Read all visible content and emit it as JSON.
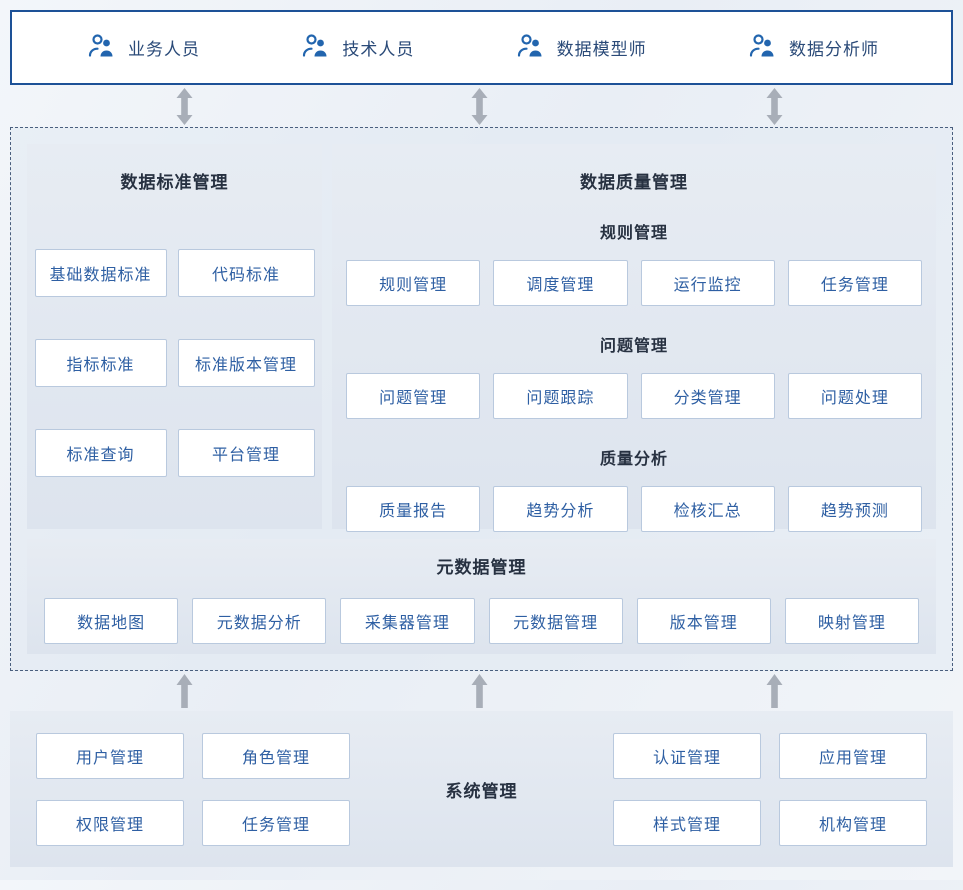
{
  "roles": [
    {
      "label": "业务人员"
    },
    {
      "label": "技术人员"
    },
    {
      "label": "数据模型师"
    },
    {
      "label": "数据分析师"
    }
  ],
  "standards_panel": {
    "title": "数据标准管理",
    "items": [
      "基础数据标准",
      "代码标准",
      "指标标准",
      "标准版本管理",
      "标准查询",
      "平台管理"
    ]
  },
  "quality_panel": {
    "title": "数据质量管理",
    "sections": [
      {
        "title": "规则管理",
        "items": [
          "规则管理",
          "调度管理",
          "运行监控",
          "任务管理"
        ]
      },
      {
        "title": "问题管理",
        "items": [
          "问题管理",
          "问题跟踪",
          "分类管理",
          "问题处理"
        ]
      },
      {
        "title": "质量分析",
        "items": [
          "质量报告",
          "趋势分析",
          "检核汇总",
          "趋势预测"
        ]
      }
    ]
  },
  "metadata_panel": {
    "title": "元数据管理",
    "items": [
      "数据地图",
      "元数据分析",
      "采集器管理",
      "元数据管理",
      "版本管理",
      "映射管理"
    ]
  },
  "system_panel": {
    "title": "系统管理",
    "left_items": [
      "用户管理",
      "角色管理",
      "权限管理",
      "任务管理"
    ],
    "right_items": [
      "认证管理",
      "应用管理",
      "样式管理",
      "机构管理"
    ]
  },
  "icons": {
    "role_icon": "people-icon",
    "top_connector": "double-arrow-icon",
    "bottom_connector": "up-arrow-icon"
  },
  "colors": {
    "accent_blue": "#1d5197",
    "icon_blue": "#2265ae",
    "box_text": "#2e5fa3",
    "box_border": "#b9c9de",
    "arrow_gray": "#a8aeb8",
    "dashed_border": "#4a5f7e"
  }
}
